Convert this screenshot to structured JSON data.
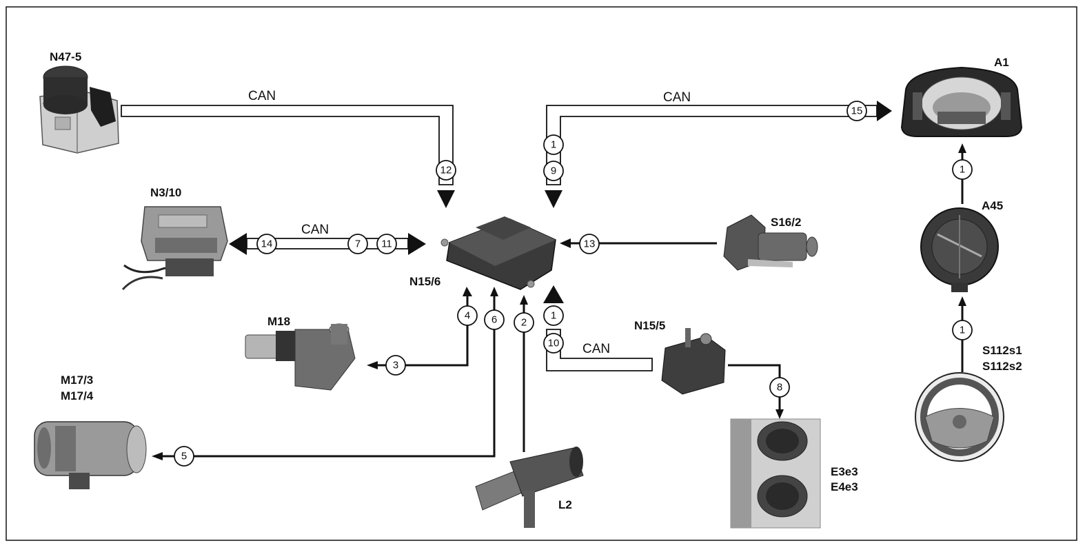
{
  "labels": {
    "N47-5": "N47-5",
    "A1": "A1",
    "N3/10": "N3/10",
    "N15/6": "N15/6",
    "S16/2": "S16/2",
    "A45": "A45",
    "M18": "M18",
    "N15/5": "N15/5",
    "M17": [
      "M17/3",
      "M17/4"
    ],
    "S112": [
      "S112s1",
      "S112s2"
    ],
    "E3e3": [
      "E3e3",
      "E4e3"
    ],
    "L2": "L2"
  },
  "can": "CAN",
  "callouts": [
    "1",
    "2",
    "3",
    "4",
    "5",
    "6",
    "7",
    "8",
    "9",
    "10",
    "11",
    "12",
    "13",
    "14",
    "15"
  ]
}
